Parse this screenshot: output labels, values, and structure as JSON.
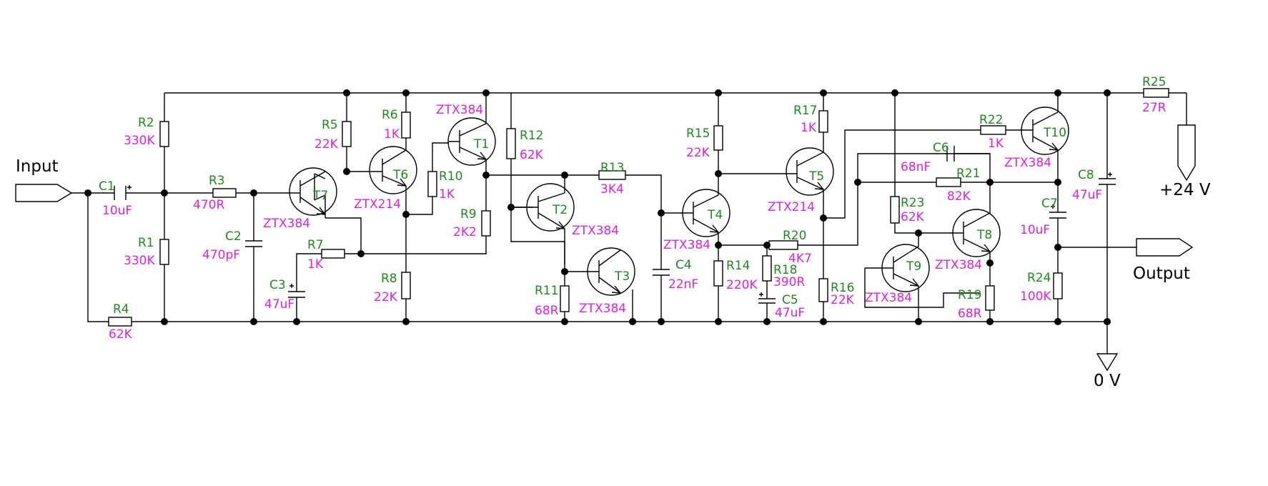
{
  "ports": {
    "input": "Input",
    "output": "Output",
    "supply": "+24 V",
    "ground": "0 V"
  },
  "components": {
    "R1": {
      "ref": "R1",
      "value": "330K"
    },
    "R2": {
      "ref": "R2",
      "value": "330K"
    },
    "R3": {
      "ref": "R3",
      "value": "470R"
    },
    "R4": {
      "ref": "R4",
      "value": "62K"
    },
    "R5": {
      "ref": "R5",
      "value": "22K"
    },
    "R6": {
      "ref": "R6",
      "value": "1K"
    },
    "R7": {
      "ref": "R7",
      "value": "1K"
    },
    "R8": {
      "ref": "R8",
      "value": "22K"
    },
    "R9": {
      "ref": "R9",
      "value": "2K2"
    },
    "R10": {
      "ref": "R10",
      "value": "1K"
    },
    "R11": {
      "ref": "R11",
      "value": "68R"
    },
    "R12": {
      "ref": "R12",
      "value": "62K"
    },
    "R13": {
      "ref": "R13",
      "value": "3K4"
    },
    "R14": {
      "ref": "R14",
      "value": "220K"
    },
    "R15": {
      "ref": "R15",
      "value": "22K"
    },
    "R16": {
      "ref": "R16",
      "value": "22K"
    },
    "R17": {
      "ref": "R17",
      "value": "1K"
    },
    "R18": {
      "ref": "R18",
      "value": "390R"
    },
    "R19": {
      "ref": "R19",
      "value": "68R"
    },
    "R20": {
      "ref": "R20",
      "value": "4K7"
    },
    "R21": {
      "ref": "R21",
      "value": "82K"
    },
    "R22": {
      "ref": "R22",
      "value": "1K"
    },
    "R23": {
      "ref": "R23",
      "value": "62K"
    },
    "R24": {
      "ref": "R24",
      "value": "100K"
    },
    "R25": {
      "ref": "R25",
      "value": "27R"
    },
    "C1": {
      "ref": "C1",
      "value": "10uF"
    },
    "C2": {
      "ref": "C2",
      "value": "470pF"
    },
    "C3": {
      "ref": "C3",
      "value": "47uF"
    },
    "C4": {
      "ref": "C4",
      "value": "22nF"
    },
    "C5": {
      "ref": "C5",
      "value": "47uF"
    },
    "C6": {
      "ref": "C6",
      "value": "68nF"
    },
    "C7": {
      "ref": "C7",
      "value": "10uF"
    },
    "C8": {
      "ref": "C8",
      "value": "47uF"
    },
    "T1": {
      "ref": "T1",
      "value": "ZTX384"
    },
    "T2": {
      "ref": "T2",
      "value": "ZTX384"
    },
    "T3": {
      "ref": "T3",
      "value": "ZTX384"
    },
    "T4": {
      "ref": "T4",
      "value": "ZTX384"
    },
    "T5": {
      "ref": "T5",
      "value": "ZTX214"
    },
    "T6": {
      "ref": "T6",
      "value": "ZTX214"
    },
    "T7": {
      "ref": "T7",
      "value": "ZTX384"
    },
    "T8": {
      "ref": "T8",
      "value": "ZTX384"
    },
    "T9": {
      "ref": "T9",
      "value": "ZTX384"
    },
    "T10": {
      "ref": "T10",
      "value": "ZTX384"
    }
  },
  "colors": {
    "wire": "#000000",
    "ref_label": "#1f8a1f",
    "value_label": "#e020e0"
  }
}
